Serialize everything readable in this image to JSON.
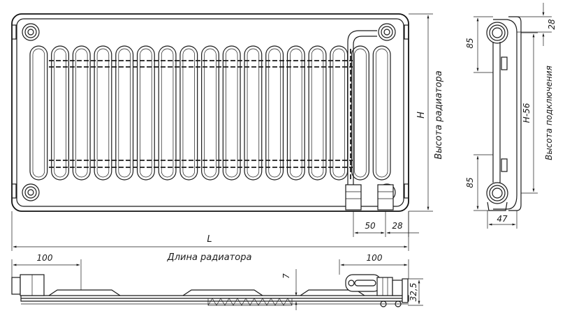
{
  "front_view": {
    "fin_count": 17,
    "dim_height_label": "H",
    "caption_height": "Высота радиатора",
    "dim_length_label": "L",
    "caption_length": "Длина радиатора",
    "dim_offset_50": "50",
    "dim_offset_28": "28"
  },
  "side_view": {
    "dim_top_28": "28",
    "dim_top_85": "85",
    "dim_bottom_85": "85",
    "dim_connection_label": "H-56",
    "caption_connection": "Высота подключения",
    "dim_depth_47": "47"
  },
  "bottom_view": {
    "dim_left_100": "100",
    "dim_right_100": "100",
    "dim_7": "7",
    "dim_32_5": "32,5"
  }
}
